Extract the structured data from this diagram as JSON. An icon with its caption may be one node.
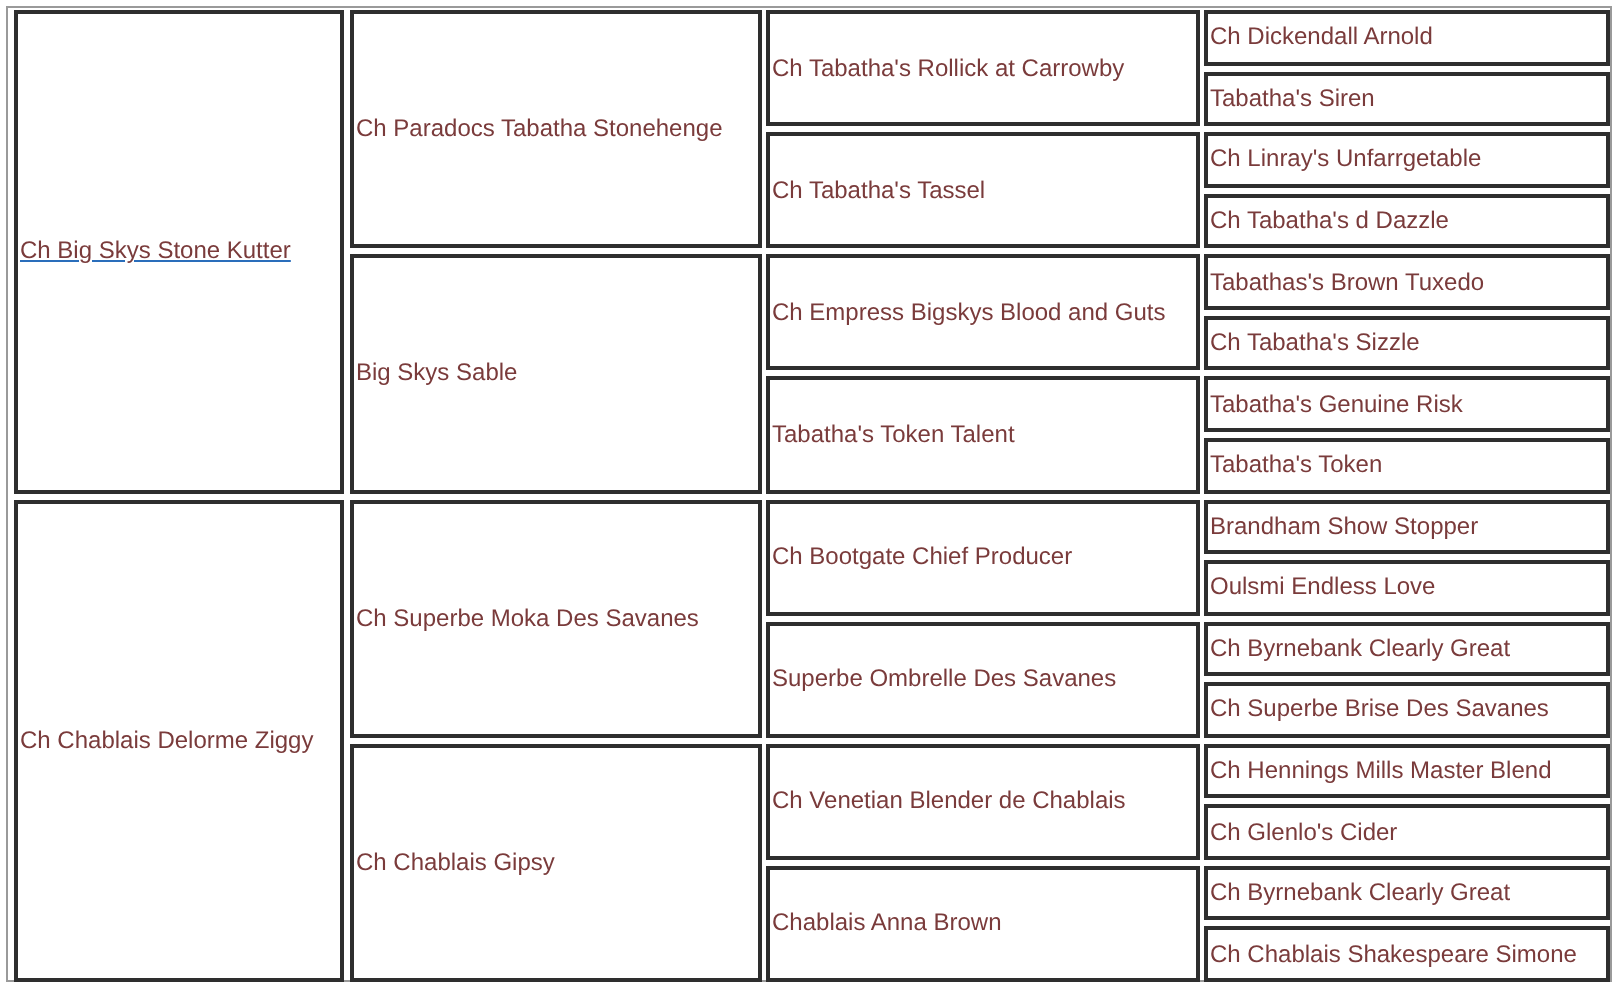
{
  "diagram": {
    "nodes": [
      {
        "text": [
          "Ch Big Skys Stone Kutter"
        ]
      },
      {
        "text": [
          "Ch Paradocs Tabatha Stonehenge"
        ]
      },
      {
        "text": [
          "Ch Tabatha's Rollick at Carrowby"
        ]
      },
      {
        "text": [
          "Ch Dickendall Arnold"
        ]
      },
      {
        "text": [
          "Tabatha's Siren"
        ]
      },
      {
        "text": [
          "Ch Tabatha's Tassel"
        ]
      },
      {
        "text": [
          "Ch Linray's Unfarrgetable"
        ]
      },
      {
        "text": [
          "Ch Tabatha's d Dazzle"
        ]
      },
      {
        "text": [
          "Big Skys Sable"
        ]
      },
      {
        "text": [
          "Ch Empress Bigskys Blood and Guts"
        ]
      },
      {
        "text": [
          "Tabathas's Brown Tuxedo"
        ]
      },
      {
        "text": [
          "Ch Tabatha's Sizzle"
        ]
      },
      {
        "text": [
          "Tabatha's Token Talent"
        ]
      },
      {
        "text": [
          "Tabatha's Genuine Risk"
        ]
      },
      {
        "text": [
          "Tabatha's Token"
        ]
      },
      {
        "text": [
          "Ch Chablais Delorme Ziggy"
        ]
      },
      {
        "text": [
          "Ch Superbe Moka Des Savanes"
        ]
      },
      {
        "text": [
          "Ch Bootgate Chief Producer"
        ]
      },
      {
        "text": [
          "Brandham Show Stopper"
        ]
      },
      {
        "text": [
          "Oulsmi Endless Love"
        ]
      },
      {
        "text": [
          "Superbe Ombrelle Des Savanes"
        ]
      },
      {
        "text": [
          "Ch Byrnebank Clearly Great"
        ]
      },
      {
        "text": [
          "Ch Superbe Brise Des Savanes"
        ]
      },
      {
        "text": [
          "Ch Chablais Gipsy"
        ]
      },
      {
        "text": [
          "Ch Venetian Blender de Chablais"
        ]
      },
      {
        "text": [
          "Ch Hennings Mills Master Blend"
        ]
      },
      {
        "text": [
          "Ch Glenlo's Cider"
        ]
      },
      {
        "text": [
          "Chablais Anna Brown"
        ]
      },
      {
        "text": [
          "Ch Byrnebank Clearly Great"
        ]
      },
      {
        "text": [
          "Ch Chablais Shakespeare Simone"
        ]
      }
    ]
  }
}
